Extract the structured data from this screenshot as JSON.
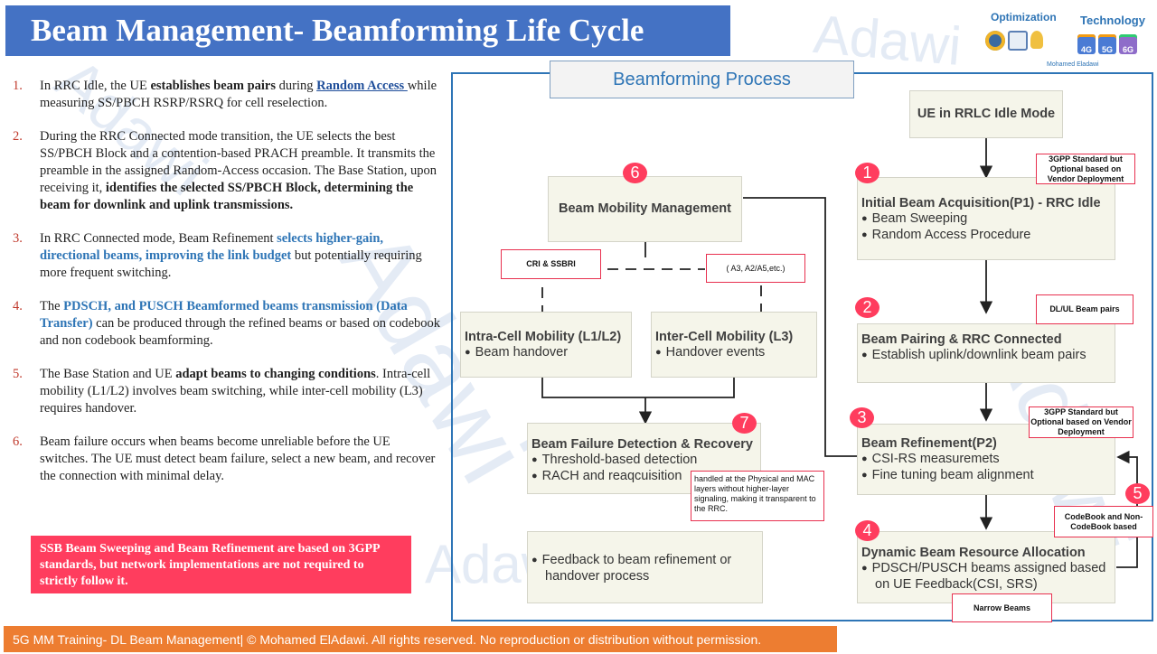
{
  "header": {
    "title": "Beam Management- Beamforming Life Cycle",
    "logo_optimization": "Optimization",
    "logo_technology": "Technology",
    "logo_author": "Mohamed Eladawi",
    "watermark": "Adawi"
  },
  "steps": [
    {
      "num": "1.",
      "parts": [
        {
          "t": "In RRC Idle, the UE "
        },
        {
          "t": "establishes beam pairs",
          "s": "b"
        },
        {
          "t": " during "
        },
        {
          "t": "Random Access ",
          "s": "link"
        },
        {
          "t": "while measuring SS/PBCH RSRP/RSRQ for cell reselection."
        }
      ]
    },
    {
      "num": "2.",
      "parts": [
        {
          "t": "During the RRC Connected mode transition, the UE selects the best SS/PBCH Block and a contention-based PRACH preamble. It transmits the preamble in the assigned Random-Access occasion. The Base Station, upon receiving it, "
        },
        {
          "t": "identifies the selected SS/PBCH Block, determining the beam for downlink and uplink transmissions.",
          "s": "b"
        }
      ]
    },
    {
      "num": "3.",
      "parts": [
        {
          "t": "In RRC Connected mode, Beam Refinement "
        },
        {
          "t": "selects higher-gain, directional beams, improving the link budget",
          "s": "blue"
        },
        {
          "t": " but potentially requiring more frequent switching."
        }
      ]
    },
    {
      "num": "4.",
      "parts": [
        {
          "t": "The "
        },
        {
          "t": "PDSCH, and PUSCH Beamformed beams transmission (Data Transfer)",
          "s": "blue"
        },
        {
          "t": " can be produced through the refined beams or based on codebook and non codebook beamforming."
        }
      ]
    },
    {
      "num": "5.",
      "parts": [
        {
          "t": "The Base Station and UE "
        },
        {
          "t": "adapt beams to changing conditions",
          "s": "b"
        },
        {
          "t": ". Intra-cell mobility (L1/L2) involves beam switching, while inter-cell mobility (L3) requires handover."
        }
      ]
    },
    {
      "num": "6.",
      "parts": [
        {
          "t": "Beam failure occurs when beams become unreliable before the UE switches. The UE must detect beam failure, select a new beam, and recover the connection with minimal delay."
        }
      ]
    }
  ],
  "note": "SSB Beam Sweeping and Beam Refinement are based on 3GPP standards, but network implementations are not required to strictly follow it.",
  "process": {
    "title": "Beamforming Process",
    "idle_box": "UE in RRLC Idle Mode",
    "p1": {
      "badge": "1",
      "title": "Initial Beam Acquisition(P1) - RRC Idle",
      "bullets": [
        "Beam Sweeping",
        "Random Access Procedure"
      ],
      "callout": "3GPP Standard but Optional based on Vendor Deployment"
    },
    "p2": {
      "badge": "2",
      "title": "Beam Pairing & RRC Connected",
      "bullets": [
        "Establish uplink/downlink beam pairs"
      ],
      "callout": "DL/UL Beam pairs"
    },
    "p3": {
      "badge": "3",
      "title": "Beam Refinement(P2)",
      "bullets": [
        "CSI-RS measuremets",
        "Fine tuning beam alignment"
      ],
      "callout": "3GPP Standard but Optional based on Vendor Deployment"
    },
    "p4": {
      "badge": "4",
      "title": "Dynamic Beam Resource Allocation",
      "bullets": [
        "PDSCH/PUSCH beams assigned based on UE Feedback(CSI, SRS)"
      ],
      "callout": "Narrow Beams"
    },
    "p5": {
      "badge": "5",
      "callout": "CodeBook and Non-CodeBook based"
    },
    "p6": {
      "badge": "6",
      "title": "Beam Mobility Management",
      "callout_left": "CRI & SSBRI",
      "callout_right": "( A3, A2/A5,etc.)"
    },
    "intra": {
      "title": "Intra-Cell Mobility (L1/L2)",
      "bullets": [
        "Beam handover"
      ]
    },
    "inter": {
      "title": "Inter-Cell Mobility (L3)",
      "bullets": [
        "Handover events"
      ]
    },
    "p7": {
      "badge": "7",
      "title": "Beam Failure Detection & Recovery",
      "bullets": [
        "Threshold-based detection",
        "RACH and reaqcuisition"
      ],
      "callout": "handled at the Physical and MAC layers without higher-layer signaling, making it transparent to the RRC."
    },
    "feedback": {
      "bullets": [
        "Feedback to beam refinement or handover process"
      ]
    }
  },
  "footer": "5G MM Training- DL Beam Management| © Mohamed ElAdawi. All rights reserved. No reproduction or distribution without permission."
}
